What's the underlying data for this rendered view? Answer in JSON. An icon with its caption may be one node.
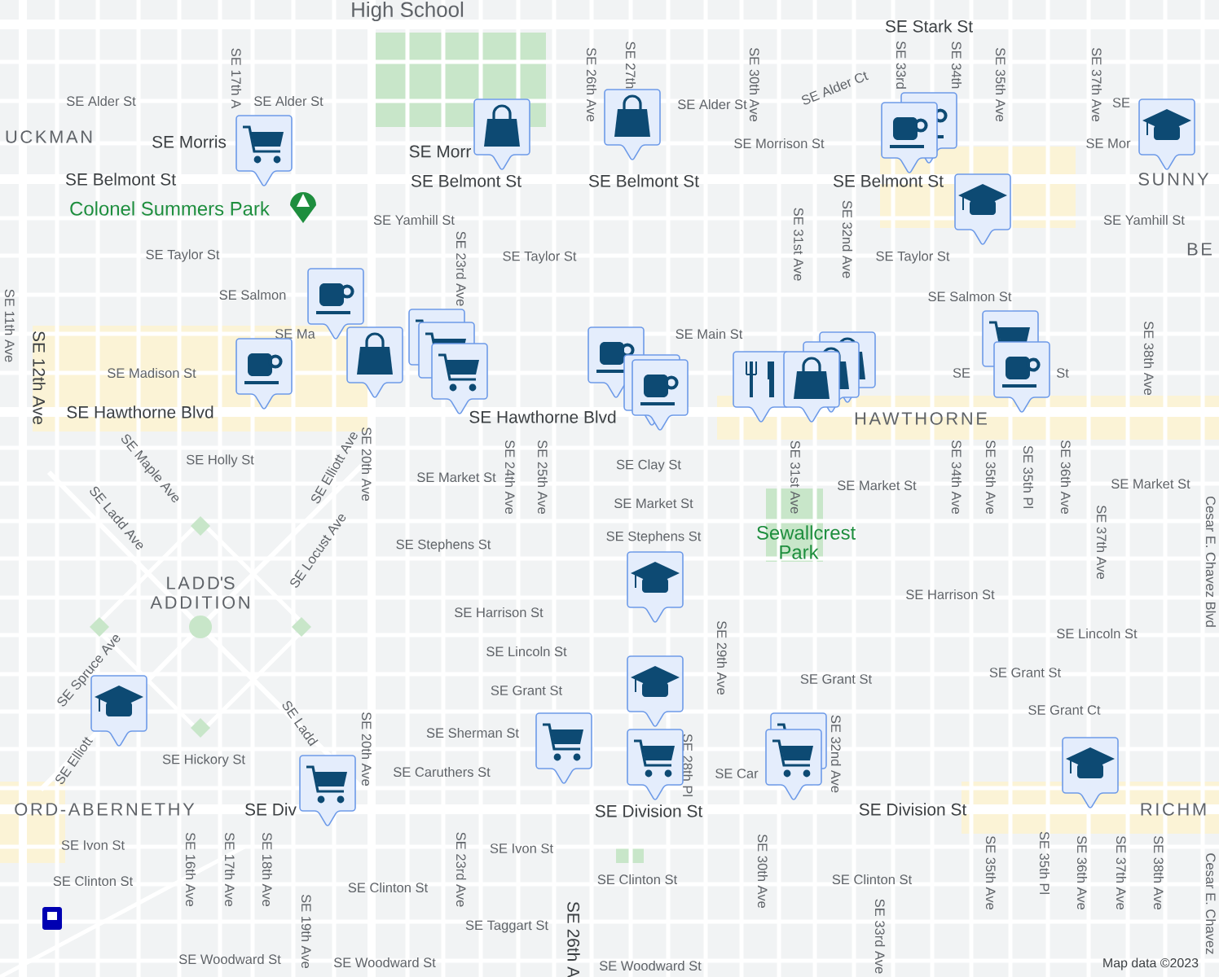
{
  "diagram": {
    "labels": [
      "High School",
      "SE Stark St",
      "SE 17th A",
      "SE 26th Ave",
      "SE 27th",
      "SE 30th Ave",
      "SE 33rd",
      "SE 34th",
      "SE 35th Ave",
      "SE 37th Ave",
      "SE Alder St",
      "SE Alder St",
      "SE Alder St",
      "SE Alder Ct",
      "SE",
      "UCKMAN",
      "SE Morris",
      "SE Morr",
      "SE Morrison St",
      "SE Mor",
      "SE Belmont St",
      "SE Belmont St",
      "SE Belmont St",
      "SE Belmont St",
      "SUNNY",
      "Colonel Summers Park",
      "SE Yamhill St",
      "SE Yamhill St",
      "BE",
      "SE 23rd Ave",
      "SE 31st Ave",
      "SE 32nd Ave",
      "SE 11th Ave",
      "SE Taylor St",
      "SE Taylor St",
      "SE Taylor St",
      "SE Salmon",
      "SE Salmon St",
      "SE Ma",
      "SE Main St",
      "SE 12th Ave",
      "SE 38th Ave",
      "SE Madison St",
      "SE",
      "St",
      "SE Hawthorne Blvd",
      "SE Hawthorne Blvd",
      "HAWTHORNE",
      "SE Maple Ave",
      "SE Holly St",
      "SE Elliott Ave",
      "SE 20th Ave",
      "SE 24th Ave",
      "SE 25th Ave",
      "SE Clay St",
      "SE 31st Ave",
      "SE Market St",
      "SE Market St",
      "SE 34th Ave",
      "SE 35th Ave",
      "SE 35th Pl",
      "SE 36th Ave",
      "SE 37th Ave",
      "SE Market St",
      "Cesar E. Chavez Blvd",
      "SE Market St",
      "SE Ladd Ave",
      "SE Locust Ave",
      "SE Stephens St",
      "SE Stephens St",
      "Sewallcrest Park",
      "LADD'S ADDITION",
      "SE Harrison St",
      "SE Harrison St",
      "SE Lincoln St",
      "SE Lincoln St",
      "SE Spruce Ave",
      "SE 29th Ave",
      "SE Grant St",
      "SE Grant St",
      "SE Grant St",
      "SE Grant Ct",
      "SE Ladd",
      "SE 20th Ave",
      "SE Sherman St",
      "SE 28th Pl",
      "SE 32nd Ave",
      "SE Hickory St",
      "SE Elliott",
      "SE Caruthers St",
      "SE Car",
      "ORD-ABERNETHY",
      "SE Div",
      "SE Division St",
      "SE Division St",
      "RICHM",
      "SE Ivon St",
      "SE Ivon St",
      "SE 16th Ave",
      "SE 17th Ave",
      "SE 18th Ave",
      "SE 19th Ave",
      "SE 23rd Ave",
      "SE 30th Ave",
      "SE 35th Ave",
      "SE 35th Pl",
      "SE 36th Ave",
      "SE 37th Ave",
      "SE 38th Ave",
      "Cesar E. Chavez",
      "SE Clinton St",
      "SE Clinton St",
      "SE Clinton St",
      "SE Clinton St",
      "SE 26th A",
      "SE 33rd Ave",
      "SE Taggart St",
      "SE Woodward St",
      "SE Woodward St",
      "SE Woodward St",
      "Map data ©2023"
    ]
  }
}
